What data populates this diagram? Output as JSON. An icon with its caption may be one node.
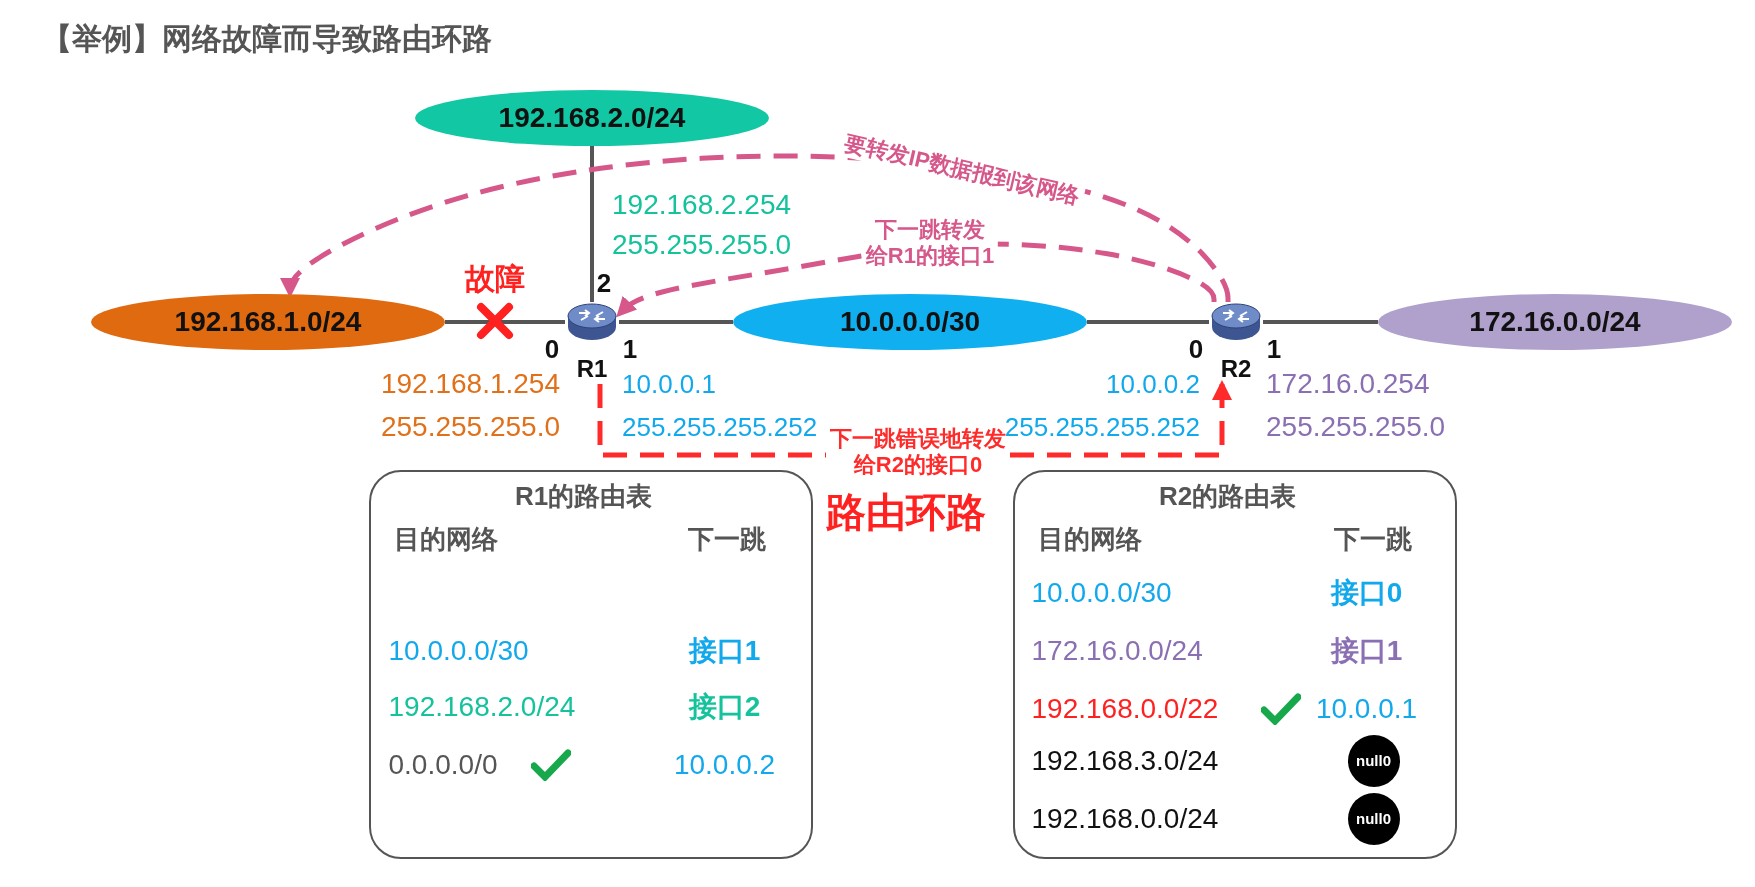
{
  "diagram": {
    "title": "【举例】网络故障而导致路由环路",
    "nodes": [
      {
        "text": [
          "192.168.2.0/24"
        ]
      },
      {
        "text": [
          "192.168.1.0/24"
        ]
      },
      {
        "text": [
          "10.0.0.0/30"
        ]
      },
      {
        "text": [
          "172.16.0.0/24"
        ]
      },
      {
        "text": [
          "R1"
        ]
      },
      {
        "text": [
          "R2"
        ]
      },
      {
        "text": [
          "R1的路由表",
          "目的网络",
          "下一跳",
          "10.0.0.0/30",
          "接口1",
          "192.168.2.0/24",
          "接口2",
          "0.0.0.0/0",
          "10.0.0.2"
        ]
      },
      {
        "text": [
          "R2的路由表",
          "目的网络",
          "下一跳",
          "10.0.0.0/30",
          "接口0",
          "172.16.0.0/24",
          "接口1",
          "192.168.0.0/22",
          "10.0.0.1",
          "192.168.3.0/24",
          "192.168.0.0/24"
        ]
      },
      {
        "text": [
          "null0"
        ],
        "in": 7
      },
      {
        "text": [
          "null0"
        ],
        "in": 7
      }
    ],
    "edges": [
      {
        "from": 0,
        "to": 4,
        "arrow": "none"
      },
      {
        "from": 1,
        "to": 4,
        "arrow": "none"
      },
      {
        "from": 4,
        "to": 2,
        "arrow": "none"
      },
      {
        "from": 2,
        "to": 5,
        "arrow": "none"
      },
      {
        "from": 5,
        "to": 3,
        "arrow": "none"
      },
      {
        "from": 5,
        "to": 1,
        "arrow": "to",
        "style": "dashed",
        "color": "#d6578a",
        "label": "要转发IP数据报到该网络"
      },
      {
        "from": 5,
        "to": 4,
        "arrow": "to",
        "style": "dashed",
        "color": "#d6578a",
        "label": "下一跳转发给R1的接口1"
      },
      {
        "from": 4,
        "to": 5,
        "arrow": "to",
        "style": "dashed",
        "color": "#ff2a2a",
        "label": "下一跳错误地转发给R2的接口0"
      }
    ],
    "labels": [
      "故障",
      "192.168.2.254",
      "255.255.255.0",
      "2",
      "0",
      "1",
      "192.168.1.254",
      "255.255.255.0",
      "10.0.0.1",
      "255.255.255.252",
      "10.0.0.2",
      "255.255.255.252",
      "0",
      "1",
      "172.16.0.254",
      "255.255.255.0",
      "路由环路"
    ]
  }
}
